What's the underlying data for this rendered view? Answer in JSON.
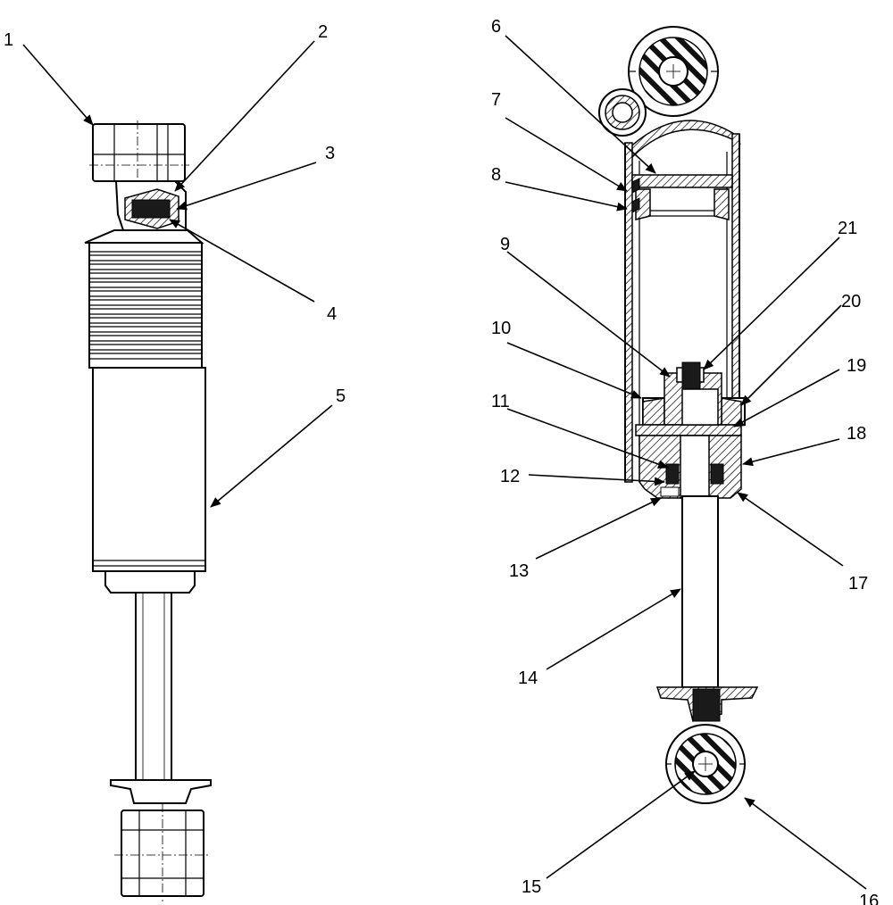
{
  "diagram": {
    "labels": [
      "1",
      "2",
      "3",
      "4",
      "5",
      "6",
      "7",
      "8",
      "9",
      "10",
      "11",
      "12",
      "13",
      "14",
      "15",
      "16",
      "17",
      "18",
      "19",
      "20",
      "21"
    ]
  }
}
